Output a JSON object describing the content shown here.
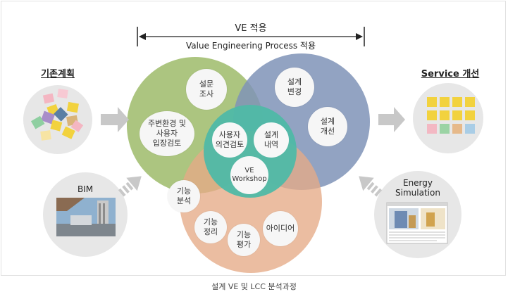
{
  "header": {
    "scope_label": "VE 적용",
    "process_label": "Value Engineering Process 적용"
  },
  "left": {
    "plan_label": "기존계획",
    "bim_label": "BIM"
  },
  "right": {
    "improve_label": "Service 개선",
    "energy_label": "Energy\nSimulation"
  },
  "green_circle": {
    "survey": "설문\n조사",
    "review": "주변환경 및\n사용자\n입장검토"
  },
  "blue_circle": {
    "design_change": "설계\n변경",
    "design_improve": "설계\n개선"
  },
  "orange_circle": {
    "function_analysis": "기능\n분석",
    "function_org": "기능\n정리",
    "function_eval": "기능\n평가",
    "idea": "아이디어"
  },
  "center": {
    "user_review": "사용자\n의견검토",
    "design_content": "설계\n내역",
    "workshop": "VE\nWorkshop"
  },
  "caption": "설계 VE 및 LCC 분석과정",
  "colors": {
    "green": "#9dbb6a",
    "blue": "#7f93b7",
    "orange": "#e6ab86",
    "teal": "#4fb9a7",
    "arrow_grey": "#c8c8c8"
  }
}
